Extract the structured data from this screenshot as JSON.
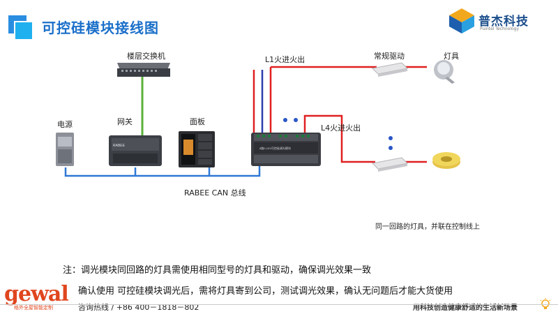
{
  "title": "可控硅模块接线图",
  "brand": {
    "name": "普杰科技",
    "sub": "Puintel Technology"
  },
  "labels": {
    "switch": "楼层交换机",
    "power": "电源",
    "gateway": "网关",
    "panel": "面板",
    "l1": "L1火进火出",
    "l4": "L4火进火出",
    "driver": "常规驱动",
    "lamp": "灯具",
    "bus": "RABEE CAN 总线",
    "parallel_note": "同一回路的灯具，并联在控制线上"
  },
  "device_text": {
    "gateway_brand": "RABEE",
    "module_name": "8路0-10V可控硅调光模块"
  },
  "notes": {
    "note1": "注：调光模块同回路的灯具需使用相同型号的灯具和驱动，确保调光效果一致",
    "note2": "确认使用 可控硅模块调光后，需将灯具寄到公司，测试调光效果，确认无问题后才能大货使用"
  },
  "footer": {
    "logo": "gewal",
    "logo_sub": "格外全屋智能定制",
    "hotline": "咨询热线 / +86 400－1818－802",
    "slogan": "用科技创造健康舒适的生活新场景"
  },
  "colors": {
    "title": "#1a6fc9",
    "bus_line": "#2f78d6",
    "live_line": "#e02020",
    "network_line": "#5ab23a",
    "neutral_line": "#2b3fb0"
  }
}
